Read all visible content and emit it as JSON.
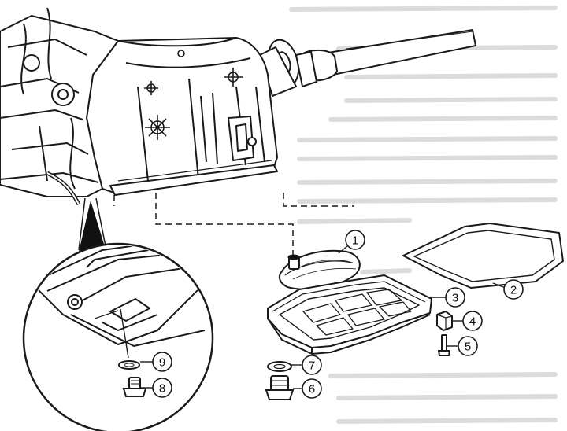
{
  "callouts": [
    {
      "id": "1",
      "label": "1"
    },
    {
      "id": "2",
      "label": "2"
    },
    {
      "id": "3",
      "label": "3"
    },
    {
      "id": "4",
      "label": "4"
    },
    {
      "id": "5",
      "label": "5"
    },
    {
      "id": "6",
      "label": "6"
    },
    {
      "id": "7",
      "label": "7"
    },
    {
      "id": "8",
      "label": "8"
    },
    {
      "id": "9",
      "label": "9"
    }
  ],
  "colors": {
    "ink": "#1a1a1a",
    "paper": "#ffffff",
    "ghost_text": "#d8d8d8"
  }
}
